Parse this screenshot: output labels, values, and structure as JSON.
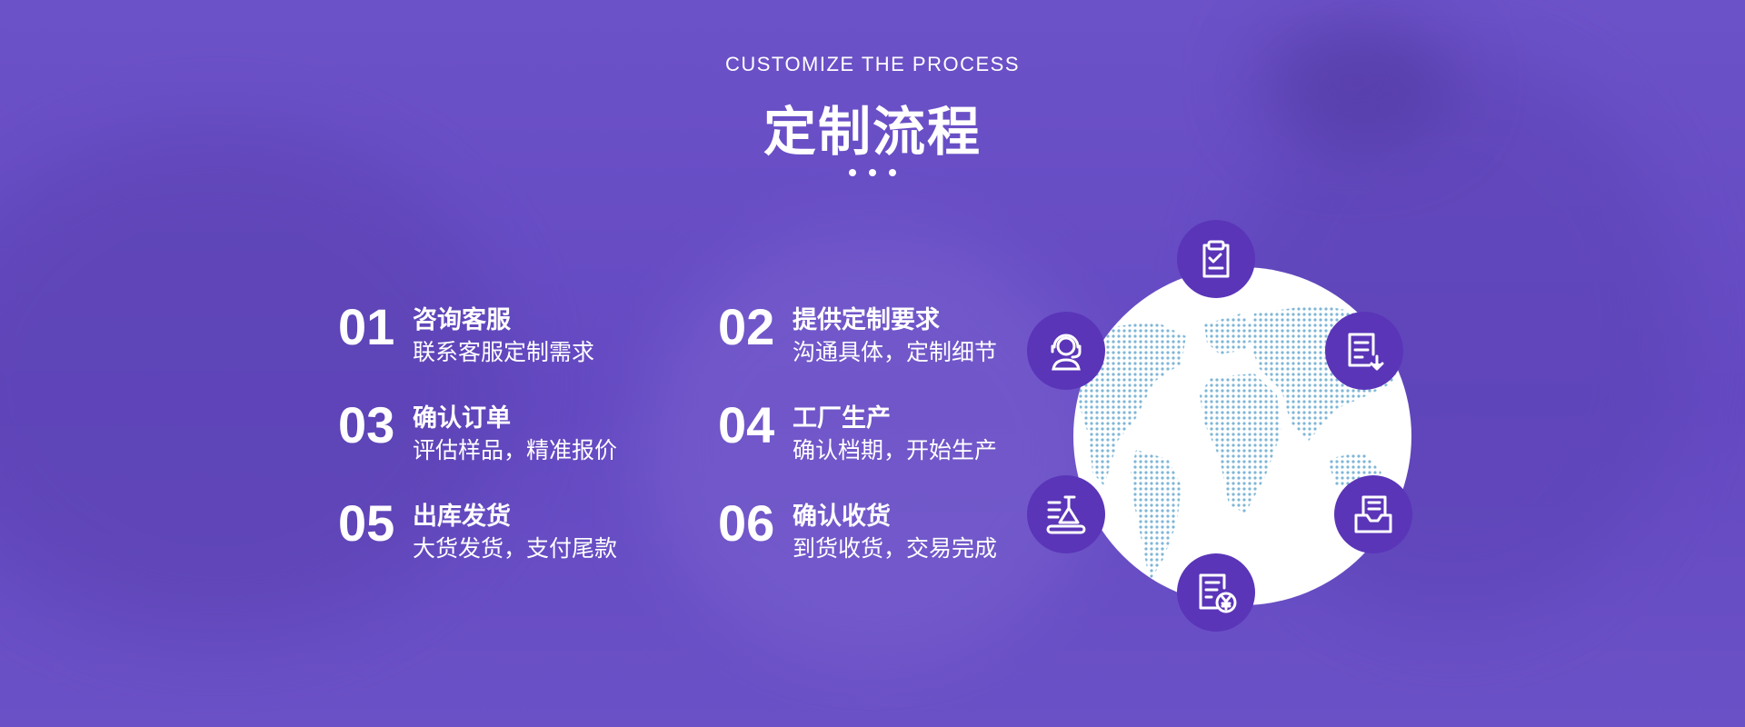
{
  "header": {
    "subtitle": "CUSTOMIZE THE PROCESS",
    "title": "定制流程"
  },
  "steps": [
    {
      "num": "01",
      "title": "咨询客服",
      "desc": "联系客服定制需求"
    },
    {
      "num": "02",
      "title": "提供定制要求",
      "desc": "沟通具体，定制细节"
    },
    {
      "num": "03",
      "title": "确认订单",
      "desc": "评估样品，精准报价"
    },
    {
      "num": "04",
      "title": "工厂生产",
      "desc": "确认档期，开始生产"
    },
    {
      "num": "05",
      "title": "出库发货",
      "desc": "大货发货，支付尾款"
    },
    {
      "num": "06",
      "title": "确认收货",
      "desc": "到货收货，交易完成"
    }
  ],
  "icons": {
    "top": "checklist-icon",
    "upper_left": "customer-service-icon",
    "upper_right": "document-download-icon",
    "lower_left": "lab-production-icon",
    "lower_right": "inbox-document-icon",
    "bottom": "invoice-yen-icon"
  },
  "colors": {
    "background": "#6a4fc4",
    "icon_circle": "#5a35b8",
    "map_dots": "#7fb6d6",
    "text": "#ffffff"
  }
}
